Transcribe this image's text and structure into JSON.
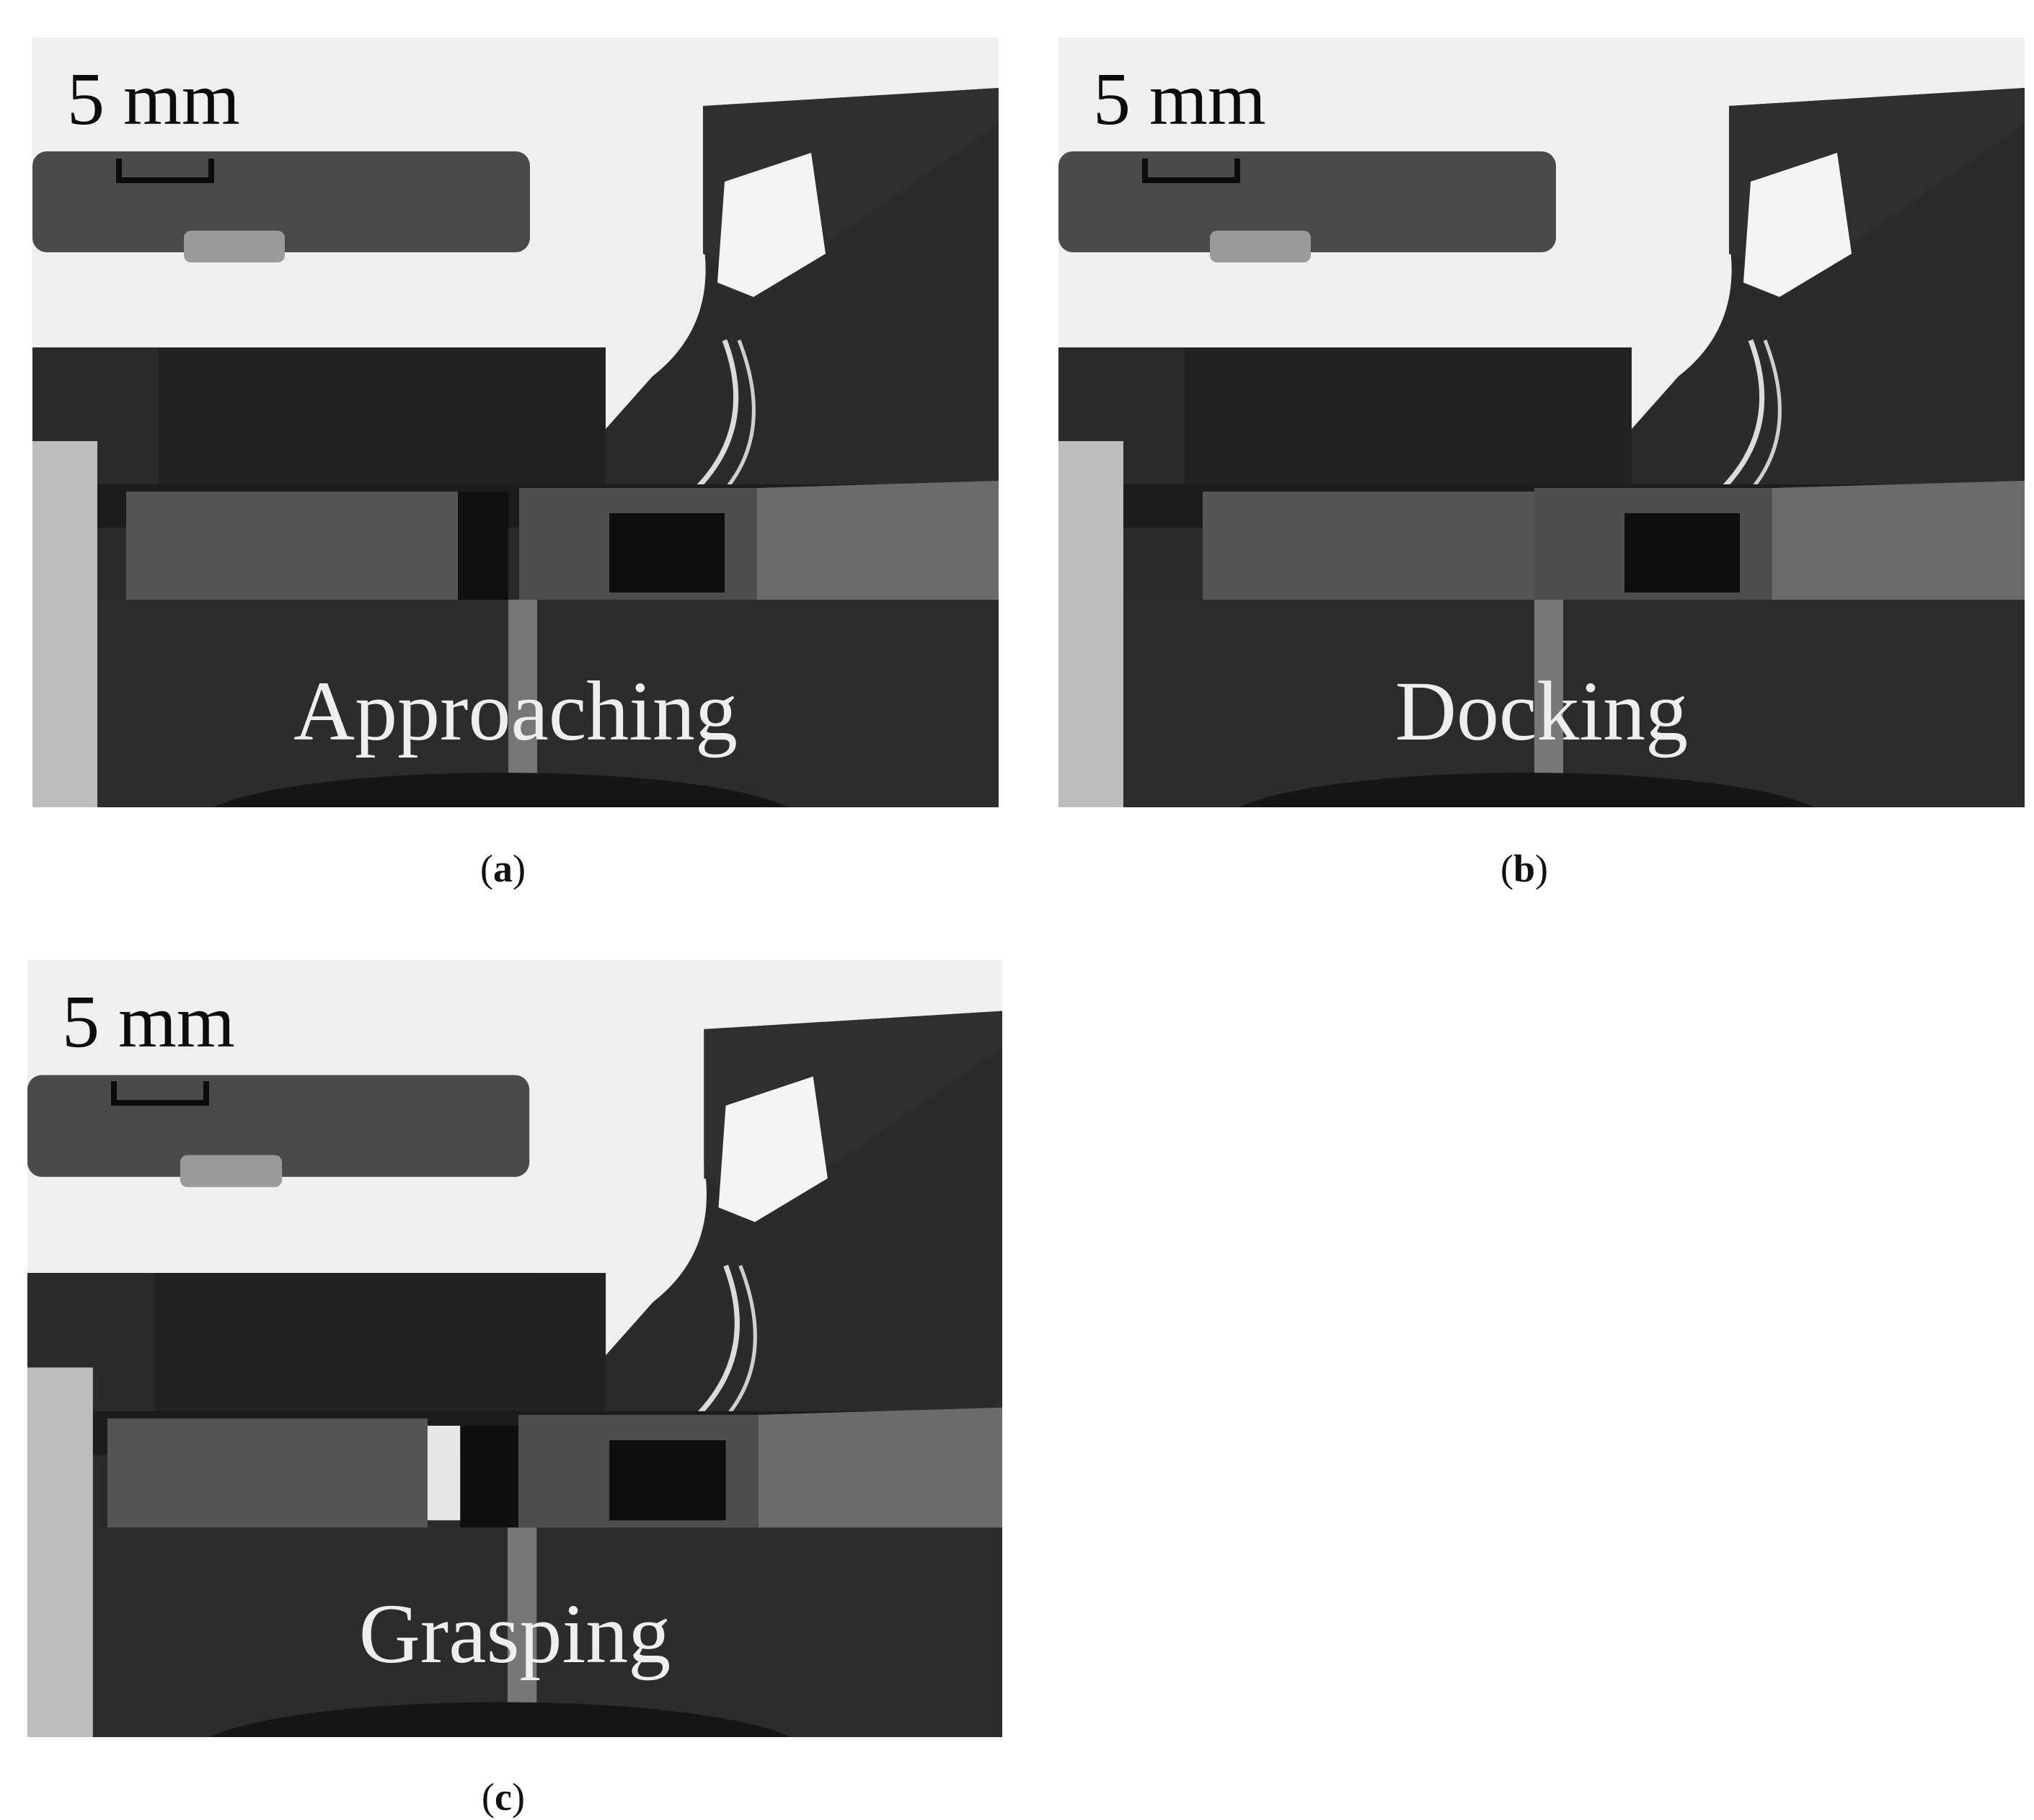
{
  "panels": [
    {
      "id": "a",
      "scale_label": "5 mm",
      "stage_label": "Approaching",
      "caption_letter": "a"
    },
    {
      "id": "b",
      "scale_label": "5 mm",
      "stage_label": "Docking",
      "caption_letter": "b"
    },
    {
      "id": "c",
      "scale_label": "5 mm",
      "stage_label": "Grasping",
      "caption_letter": "c"
    }
  ],
  "colors": {
    "background": "#ffffff",
    "photo_dark": "#2a2a2a",
    "photo_light": "#f1f1f1",
    "label_light": "#eeeeee",
    "scale_ink": "#0c0c0c"
  }
}
